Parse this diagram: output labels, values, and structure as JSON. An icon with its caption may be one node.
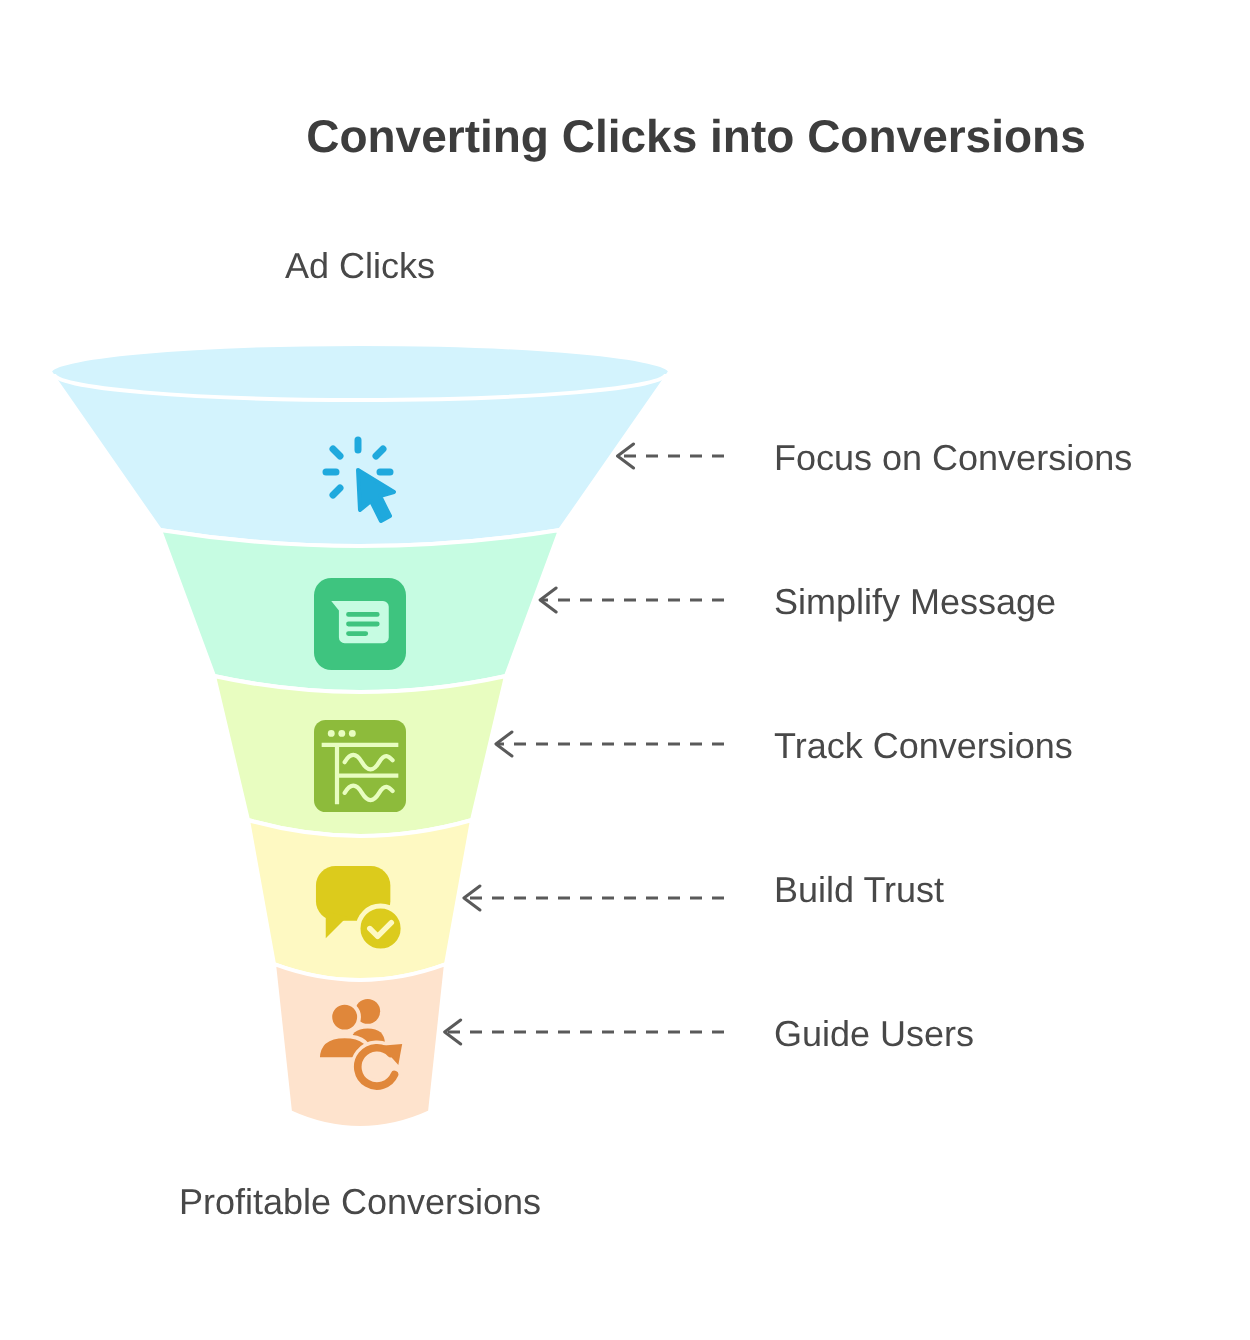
{
  "diagram": {
    "title": "Converting Clicks into Conversions",
    "nodes": [
      {
        "text": [],
        "shape": "band"
      },
      {
        "text": [],
        "shape": "band"
      },
      {
        "text": [],
        "shape": "band"
      },
      {
        "text": [],
        "shape": "band"
      },
      {
        "text": [],
        "shape": "band"
      },
      {
        "text": [
          "Focus on Conversions"
        ]
      },
      {
        "text": [
          "Simplify Message"
        ]
      },
      {
        "text": [
          "Track Conversions"
        ]
      },
      {
        "text": [
          "Build Trust"
        ]
      },
      {
        "text": [
          "Guide Users"
        ]
      }
    ],
    "edges": [
      {
        "from": 5,
        "to": 0,
        "arrow": "to",
        "style": "dashed"
      },
      {
        "from": 6,
        "to": 1,
        "arrow": "to",
        "style": "dashed"
      },
      {
        "from": 7,
        "to": 2,
        "arrow": "to",
        "style": "dashed"
      },
      {
        "from": 8,
        "to": 3,
        "arrow": "to",
        "style": "dashed"
      },
      {
        "from": 9,
        "to": 4,
        "arrow": "to",
        "style": "dashed"
      }
    ],
    "labels": [
      "Ad Clicks",
      "Profitable Conversions"
    ]
  }
}
